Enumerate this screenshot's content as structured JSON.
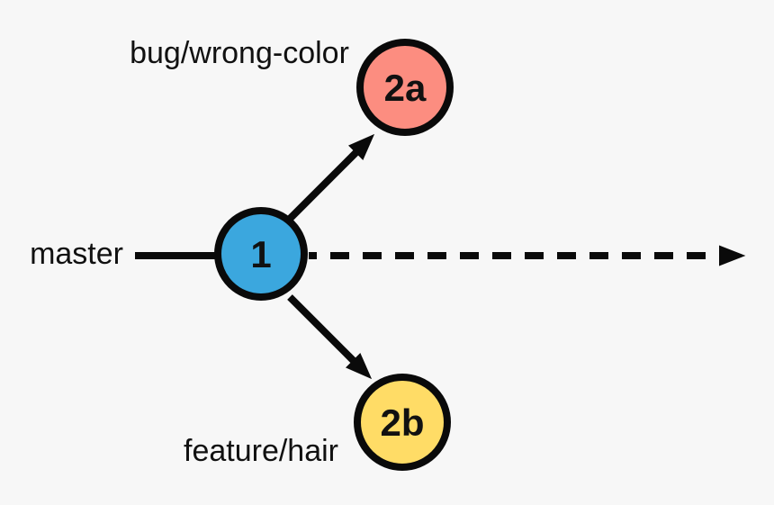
{
  "page": {
    "background": "#f7f7f7",
    "stroke_color": "#0a0a0a",
    "text_color": "#111111"
  },
  "diagram": {
    "type": "git-branch-graph",
    "nodes": [
      {
        "id": "1",
        "label": "1",
        "fill": "#3ba7de",
        "branch": "master"
      },
      {
        "id": "2a",
        "label": "2a",
        "fill": "#fc8d80",
        "branch": "bug/wrong-color"
      },
      {
        "id": "2b",
        "label": "2b",
        "fill": "#ffdc66",
        "branch": "feature/hair"
      }
    ],
    "branch_labels": {
      "master": "master",
      "bug": "bug/wrong-color",
      "feature": "feature/hair"
    },
    "edges": [
      {
        "from": "master-label",
        "to": "1",
        "style": "solid-line"
      },
      {
        "from": "1",
        "to": "2a",
        "style": "solid-arrow"
      },
      {
        "from": "1",
        "to": "2b",
        "style": "solid-arrow"
      },
      {
        "from": "1",
        "to": "future",
        "style": "dashed-arrow"
      }
    ]
  }
}
